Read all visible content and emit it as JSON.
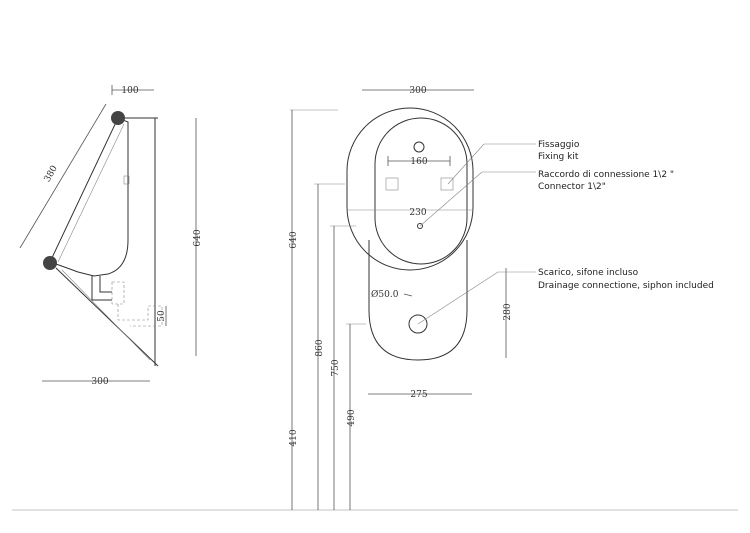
{
  "colors": {
    "line": "#555555",
    "dark": "#333333",
    "background": "#ffffff"
  },
  "side_view": {
    "dim_top_width": "100",
    "dim_diagonal": "380",
    "dim_height": "640",
    "dim_bottom_width": "300",
    "dim_small": "50"
  },
  "front_view": {
    "dim_top_width": "300",
    "dim_fixing_spacing": "160",
    "dim_inner_width": "230",
    "dim_bottom_width": "275",
    "dim_drain_height": "280",
    "dim_drain_diameter": "Ø50.0",
    "dim_total_height": "640",
    "dim_height_860": "860",
    "dim_height_750": "750",
    "dim_height_490": "490",
    "dim_height_410": "410"
  },
  "callouts": {
    "fixing_it": "Fissaggio",
    "fixing_en": "Fixing kit",
    "connector_it": "Raccordo di connessione  1\\2 \"",
    "connector_en": "Connector 1\\2\"",
    "drain_it": "Scarico, sifone incluso",
    "drain_en": "Drainage connectione,  siphon included"
  }
}
